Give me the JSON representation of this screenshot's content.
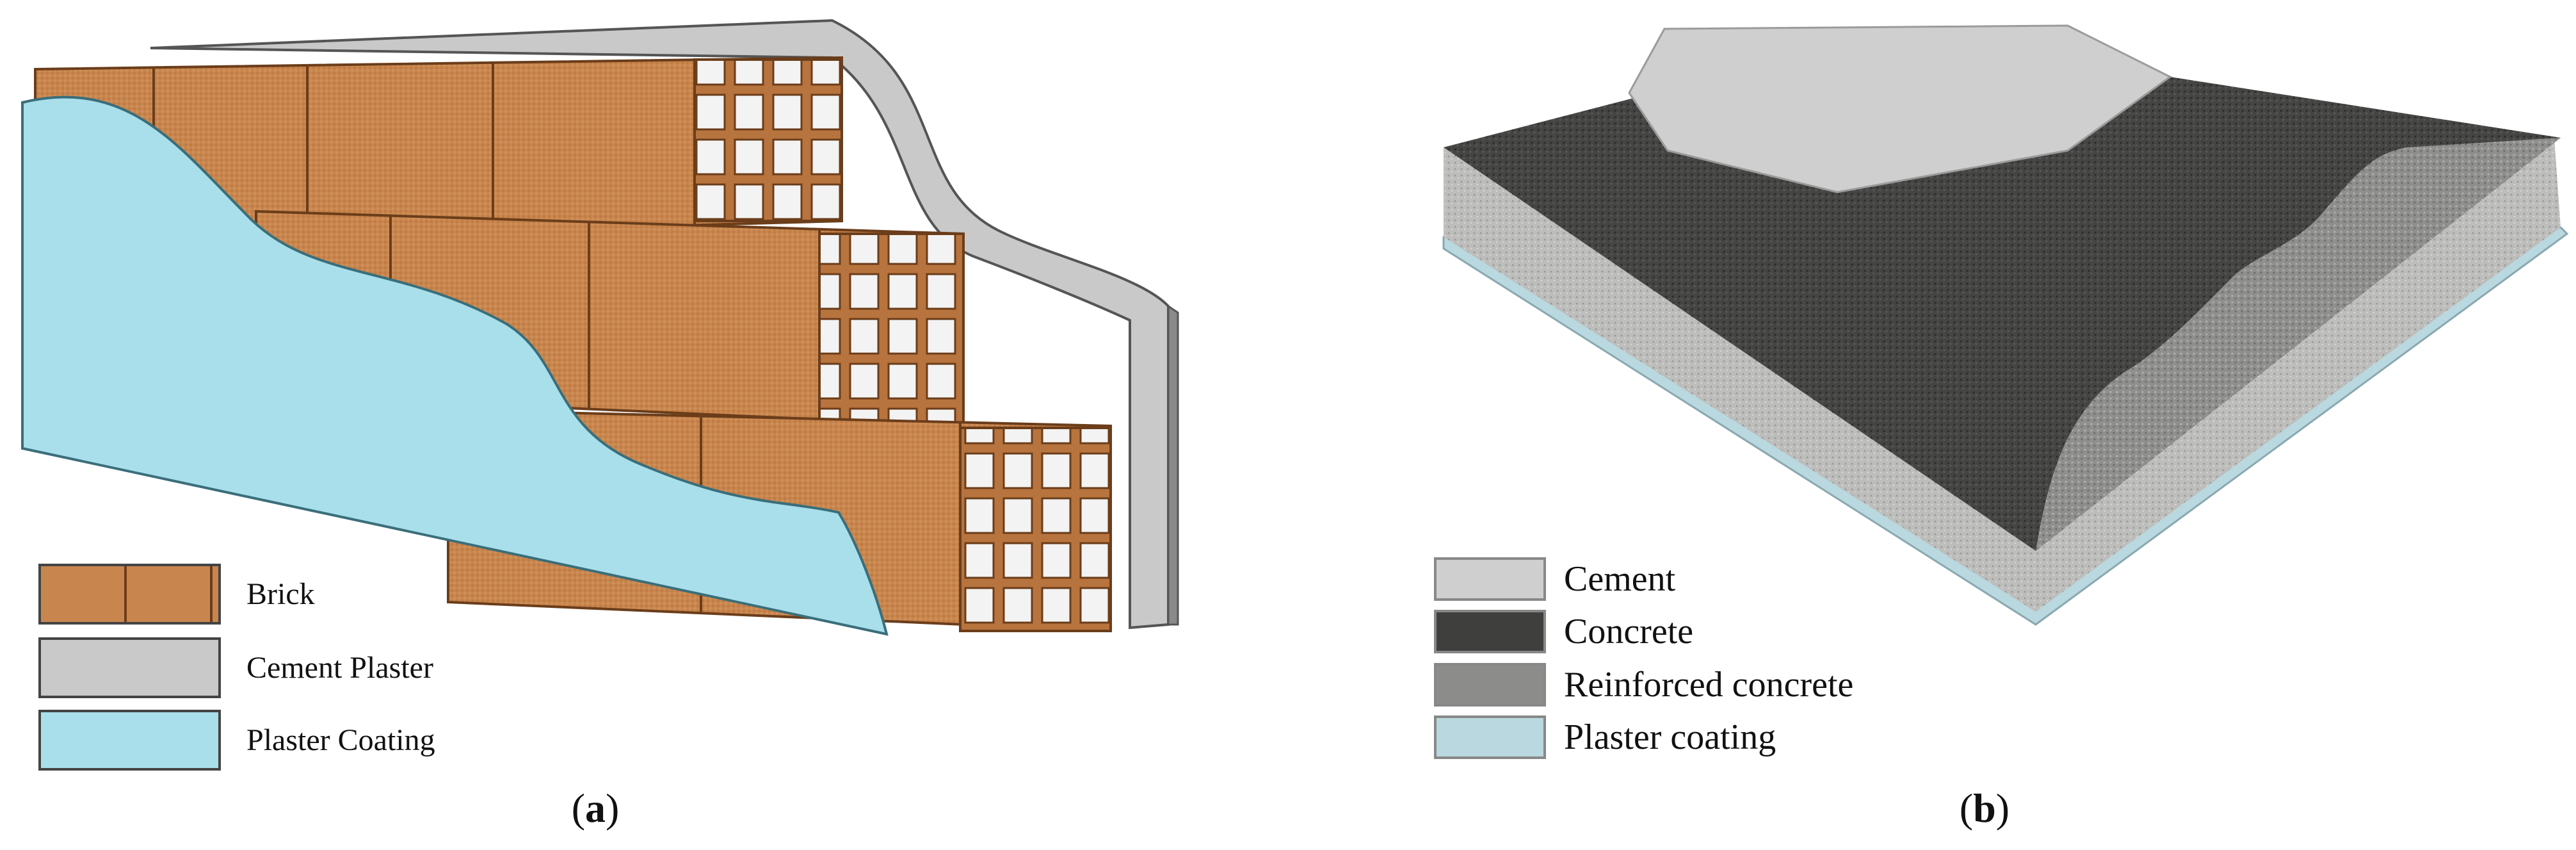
{
  "panel_a": {
    "caption_open": "(",
    "caption_letter": "a",
    "caption_close": ")",
    "legend": [
      {
        "label": "Brick",
        "color": "#c8864e"
      },
      {
        "label": "Cement Plaster",
        "color": "#c9c9c9"
      },
      {
        "label": "Plaster Coating",
        "color": "#a9dfea"
      }
    ]
  },
  "panel_b": {
    "caption_open": "(",
    "caption_letter": "b",
    "caption_close": ")",
    "legend": [
      {
        "label": "Cement",
        "color": "#cfcfcf"
      },
      {
        "label": "Concrete",
        "color": "#3f403e"
      },
      {
        "label": "Reinforced concrete",
        "color": "#8c8c8a"
      },
      {
        "label": "Plaster coating",
        "color": "#b9d8df"
      }
    ]
  }
}
